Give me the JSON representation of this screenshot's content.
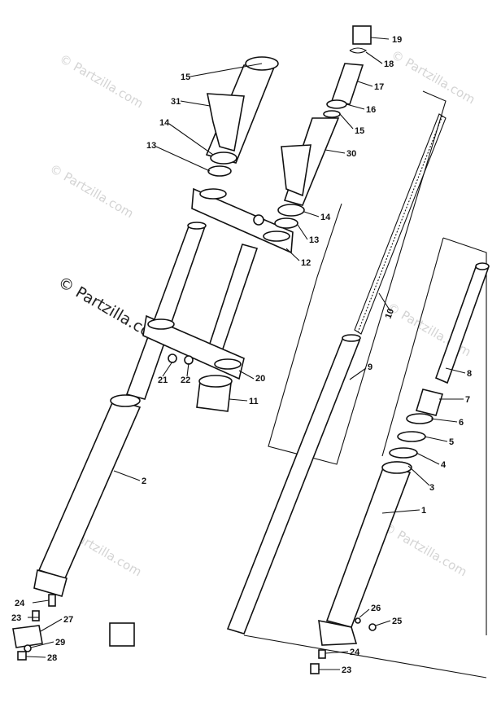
{
  "watermarks": [
    {
      "text": "© Partzilla.com"
    },
    {
      "text": "© Partzilla.com"
    },
    {
      "text": "© Partzilla.com"
    },
    {
      "text": "© Partzilla.com"
    },
    {
      "text": "© Partzilla.com"
    },
    {
      "text": "© Partzilla.com"
    },
    {
      "text": "© Partzilla.com"
    }
  ],
  "callouts": [
    "19",
    "18",
    "17",
    "16",
    "15",
    "30",
    "14",
    "13",
    "12",
    "15",
    "31",
    "14",
    "13",
    "10",
    "9",
    "8",
    "7",
    "6",
    "5",
    "4",
    "3",
    "1",
    "2",
    "21",
    "22",
    "20",
    "11",
    "24",
    "23",
    "27",
    "29",
    "28",
    "26",
    "25",
    "24",
    "23"
  ]
}
